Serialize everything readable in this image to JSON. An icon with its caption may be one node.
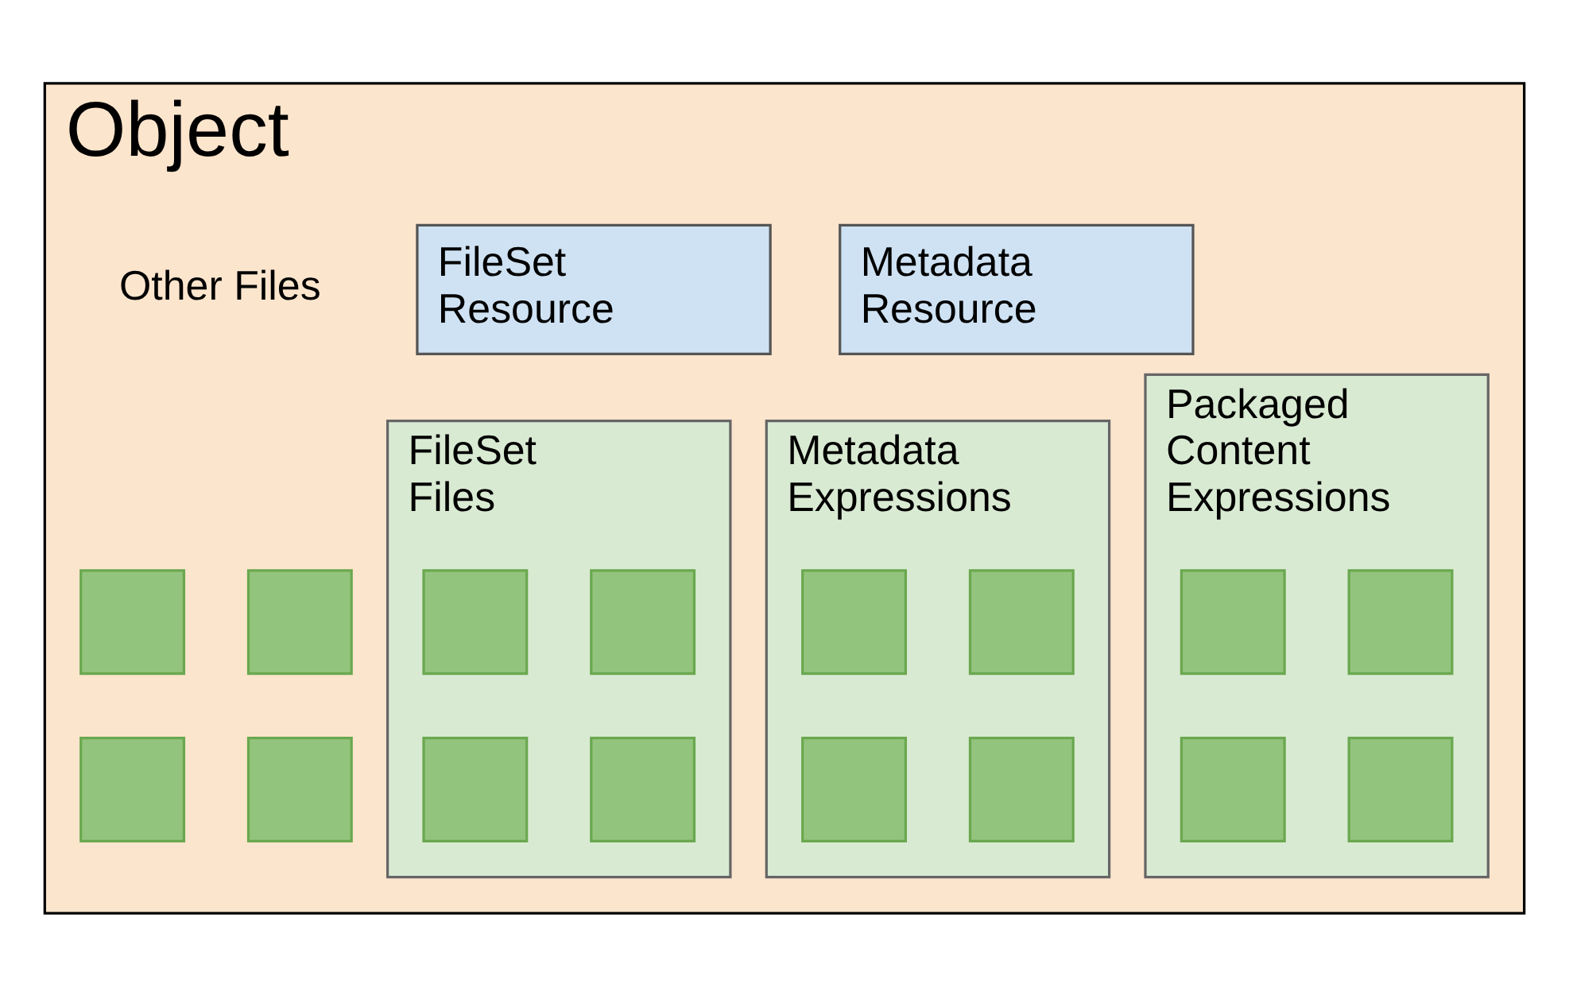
{
  "diagram": {
    "nodes": [
      {
        "text": [
          "Object"
        ]
      },
      {
        "text": [
          "Metadata Resource"
        ],
        "in": 0
      },
      {
        "text": [
          "Metadata Expressions"
        ],
        "in": 0
      },
      {
        "text": [],
        "shape": "box",
        "in": 2
      },
      {
        "text": [],
        "shape": "box",
        "in": 2
      },
      {
        "text": [],
        "shape": "box",
        "in": 2
      },
      {
        "text": [],
        "shape": "box",
        "in": 2
      },
      {
        "text": [
          "FileSet Resource"
        ],
        "in": 0
      },
      {
        "text": [
          "FileSet Files"
        ],
        "in": 0
      },
      {
        "text": [],
        "shape": "box",
        "in": 8
      },
      {
        "text": [],
        "shape": "box",
        "in": 8
      },
      {
        "text": [],
        "shape": "box",
        "in": 8
      },
      {
        "text": [],
        "shape": "box",
        "in": 8
      },
      {
        "text": [
          "Packaged Content Expressions"
        ],
        "in": 0
      },
      {
        "text": [],
        "shape": "box",
        "in": 13
      },
      {
        "text": [],
        "shape": "box",
        "in": 13
      },
      {
        "text": [],
        "shape": "box",
        "in": 13
      },
      {
        "text": [],
        "shape": "box",
        "in": 13
      },
      {
        "text": [],
        "shape": "box",
        "in": 0
      },
      {
        "text": [],
        "shape": "box",
        "in": 0
      },
      {
        "text": [],
        "shape": "box",
        "in": 0
      },
      {
        "text": [],
        "shape": "box",
        "in": 0
      }
    ],
    "edges": [],
    "labels": [
      "Other Files"
    ]
  }
}
